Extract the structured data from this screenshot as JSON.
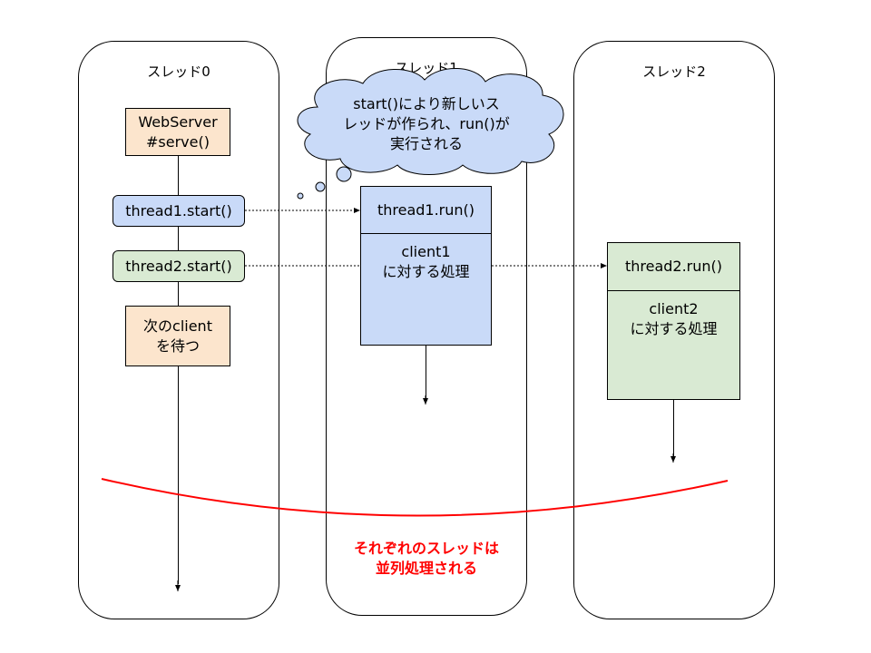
{
  "lanes": [
    {
      "title": "スレッド0"
    },
    {
      "title": "スレッド1"
    },
    {
      "title": "スレッド2"
    }
  ],
  "thread0": {
    "serve": "WebServer\n#serve()",
    "start1": "thread1.start()",
    "start2": "thread2.start()",
    "wait": "次のclient\nを待つ"
  },
  "thread1": {
    "bubble": "start()により新しいス\nレッドが作られ、run()が\n実行される",
    "run": "thread1.run()",
    "process": "client1\nに対する処理"
  },
  "thread2": {
    "run": "thread2.run()",
    "process": "client2\nに対する処理"
  },
  "caption": "それぞれのスレッドは\n並列処理される",
  "colors": {
    "orange": "#fce5cd",
    "blue": "#c9daf8",
    "green": "#d9ead3",
    "red": "#ff0000"
  }
}
